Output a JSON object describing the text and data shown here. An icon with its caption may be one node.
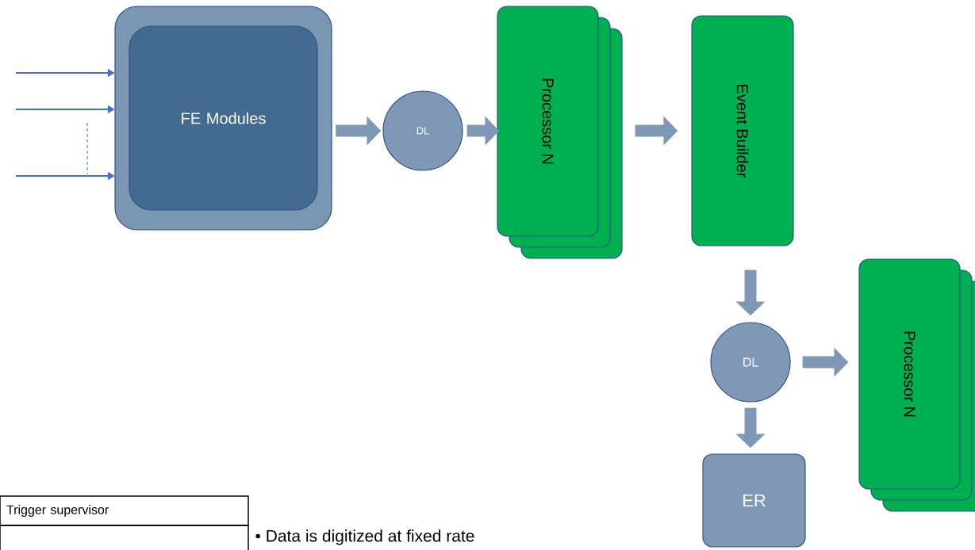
{
  "diagram": {
    "nodes": [
      {
        "text": [
          "FE Modules"
        ]
      },
      {
        "text": [
          "DL"
        ]
      },
      {
        "text": [
          "Processor N"
        ]
      },
      {
        "text": [
          "Event Builder"
        ]
      },
      {
        "text": [
          "DL"
        ]
      },
      {
        "text": [
          "Processor N"
        ]
      },
      {
        "text": [
          "ER"
        ]
      },
      {
        "text": [
          "Trigger supervisor"
        ]
      },
      {
        "text": [],
        "shape": "box"
      }
    ],
    "edges": [
      {
        "from": null,
        "to": 0,
        "arrow": "to",
        "color": "#4472c4"
      },
      {
        "from": null,
        "to": 0,
        "arrow": "to",
        "color": "#4472c4"
      },
      {
        "from": null,
        "to": 0,
        "arrow": "to",
        "color": "#4472c4"
      },
      {
        "from": 0,
        "to": 1,
        "arrow": "to"
      },
      {
        "from": 1,
        "to": 2,
        "arrow": "to"
      },
      {
        "from": 2,
        "to": 3,
        "arrow": "to"
      },
      {
        "from": 3,
        "to": 4,
        "arrow": "to"
      },
      {
        "from": 4,
        "to": 5,
        "arrow": "to"
      },
      {
        "from": 4,
        "to": 6,
        "arrow": "to"
      }
    ],
    "labels": [
      "• Data is digitized at fixed rate"
    ]
  }
}
